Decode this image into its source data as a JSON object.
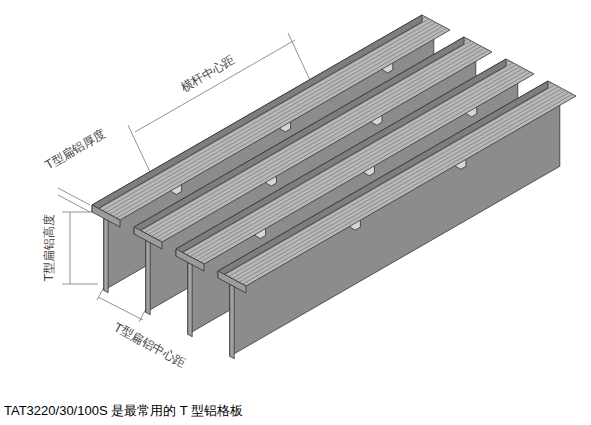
{
  "diagram": {
    "caption": "TAT3220/30/100S 是最常用的 T 型铝格板",
    "labels": [
      "横杆中心距",
      "T型扁铝厚度",
      "T型扁铝高度",
      "T型扁铝中心距"
    ]
  }
}
